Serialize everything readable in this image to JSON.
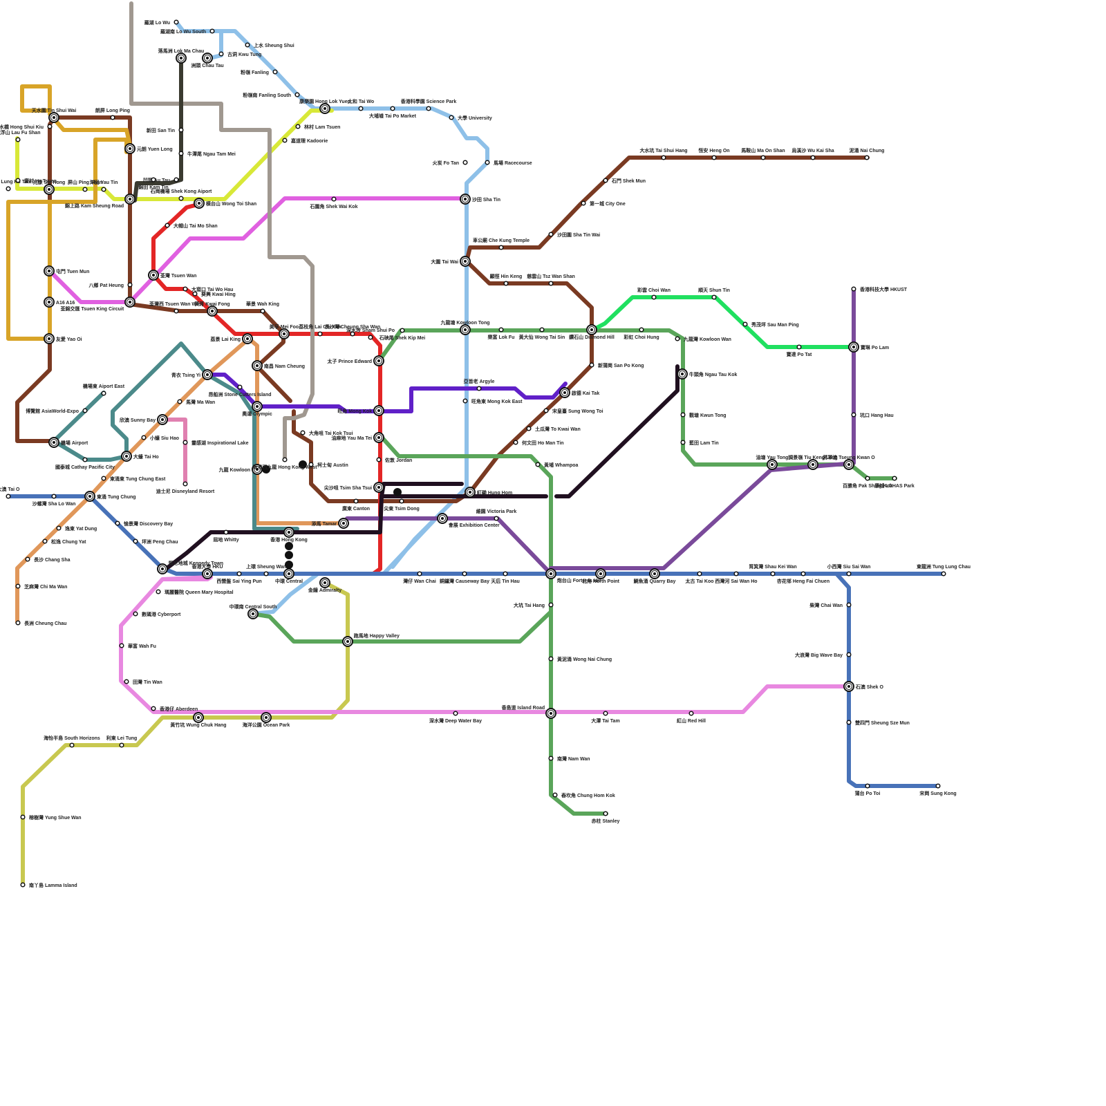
{
  "colors": {
    "east_rail": "#8ec0e8",
    "tuen_ma": "#7a3a22",
    "tuen_ma_east": "#7a3a22",
    "tsuen_wan": "#e32626",
    "kwun_tong": "#5aa55a",
    "island": "#4872b8",
    "tung_chung": "#e0975a",
    "airport_express": "#4b8a8a",
    "tseung_kwan_o": "#7a4a9a",
    "south_island": "#c8c850",
    "pink": "#e060e0",
    "light_pink": "#e888e0",
    "yellow_green": "#d8e838",
    "grey": "#a09890",
    "dark": "#3a3a30",
    "light_rail": "#d8a428",
    "purple": "#6020c8",
    "black": "#201020",
    "bright_green": "#20e060",
    "disney": "#e080b0"
  },
  "stations": [
    {
      "name": "羅湖 Lo Wu"
    },
    {
      "name": "羅湖南 Lo Wu South"
    },
    {
      "name": "上水 Sheung Shui"
    },
    {
      "name": "粉嶺 Fanling"
    },
    {
      "name": "粉嶺南 Fanling South"
    },
    {
      "name": "落馬洲 Lok Ma Chau"
    },
    {
      "name": "洲頭 Chau Tau"
    },
    {
      "name": "古洞 Kwu Tung"
    },
    {
      "name": "新田 San Tin"
    },
    {
      "name": "牛潭尾 Ngau Tam Mei"
    },
    {
      "name": "凹頭 Au Tau"
    },
    {
      "name": "錦田 Kam Tin"
    },
    {
      "name": "石崗機場 Shek Kong Aiport"
    },
    {
      "name": "横台山 Wong Toi Shan"
    },
    {
      "name": "林村 Lam Tsuen"
    },
    {
      "name": "嘉道理 Kadoorie"
    },
    {
      "name": "康樂園 Hong Lok Yuen"
    },
    {
      "name": "太和 Tai Wo"
    },
    {
      "name": "大埔墟 Tai Po Market"
    },
    {
      "name": "香港科學園 Science Park"
    },
    {
      "name": "大學 University"
    },
    {
      "name": "火炭 Fo Tan"
    },
    {
      "name": "馬場 Racecourse"
    },
    {
      "name": "沙田 Sha Tin"
    },
    {
      "name": "石圍角 Shek Wai Kok"
    },
    {
      "name": "大圍 Tai Wai"
    },
    {
      "name": "天水圍 Tin Shui Wai"
    },
    {
      "name": "朗屏 Long Ping"
    },
    {
      "name": "洪水橋 Hong Shui Kiu"
    },
    {
      "name": "流浮山 Lau Fu Shan"
    },
    {
      "name": "元朗 Yuen Long"
    },
    {
      "name": "錦上路 Kam Sheung Road"
    },
    {
      "name": "龍鼓灘 Lung Ku Tam"
    },
    {
      "name": "廈村 Ha Tsuen"
    },
    {
      "name": "兆康 Siu Hong"
    },
    {
      "name": "屏山 Ping Shan"
    },
    {
      "name": "洋田 Yau Tin"
    },
    {
      "name": "大帽山 Tai Mo Shan"
    },
    {
      "name": "屯門 Tuen Mun"
    },
    {
      "name": "八鄉 Pat Heung"
    },
    {
      "name": "荃錦交匯 Tsuen King Circuit"
    },
    {
      "name": "A16 A16"
    },
    {
      "name": "友愛 Yao Oi"
    },
    {
      "name": "荃灣 Tsuen Wan"
    },
    {
      "name": "大窩口 Tai Wo Hau"
    },
    {
      "name": "葵興 Kwai Hing"
    },
    {
      "name": "荃灣西 Tsuen Wan West"
    },
    {
      "name": "葵芳 Kwai Fong"
    },
    {
      "name": "華景 Wah King"
    },
    {
      "name": "荔景 Lai King"
    },
    {
      "name": "美孚 Mei Foo"
    },
    {
      "name": "荔枝角 Lai Chi Kok"
    },
    {
      "name": "長沙灣 Cheung Sha Wan"
    },
    {
      "name": "深水埗 Sham Shui Po"
    },
    {
      "name": "南昌 Nam Cheung"
    },
    {
      "name": "太子 Prince Edward"
    },
    {
      "name": "石硤尾 Shek Kip Mei"
    },
    {
      "name": "九龍塘 Kowloon Tong"
    },
    {
      "name": "樂富 Lok Fu"
    },
    {
      "name": "黃大仙 Wong Tai Sin"
    },
    {
      "name": "鑽石山 Diamond Hill"
    },
    {
      "name": "彩虹 Choi Hung"
    },
    {
      "name": "九龍灣 Kowloon Wan"
    },
    {
      "name": "車公廟 Che Kung Temple"
    },
    {
      "name": "沙田圍 Sha Tin Wai"
    },
    {
      "name": "第一城 City One"
    },
    {
      "name": "石門 Shek Mun"
    },
    {
      "name": "大水坑 Tai Shui Hang"
    },
    {
      "name": "恆安 Heng On"
    },
    {
      "name": "馬鞍山 Ma On Shan"
    },
    {
      "name": "烏溪沙 Wu Kai Sha"
    },
    {
      "name": "泥涌 Nai Chung"
    },
    {
      "name": "顯徑 Hin Keng"
    },
    {
      "name": "慈雲山 Tsz Wan Shan"
    },
    {
      "name": "彩雲 Choi Wan"
    },
    {
      "name": "順天 Shun Tin"
    },
    {
      "name": "秀茂坪 Sau Man Ping"
    },
    {
      "name": "寶達 Po Tat"
    },
    {
      "name": "寶琳 Po Lam"
    },
    {
      "name": "香港科技大學 HKUST"
    },
    {
      "name": "坑口 Hang Hau"
    },
    {
      "name": "將軍澳 Tseung Kwan O"
    },
    {
      "name": "康城 LOHAS Park"
    },
    {
      "name": "百勝角 Pak Shing Kok"
    },
    {
      "name": "調景嶺 Tiu Keng Leng"
    },
    {
      "name": "油塘 Yau Tong"
    },
    {
      "name": "藍田 Lam Tin"
    },
    {
      "name": "觀塘 Kwun Tong"
    },
    {
      "name": "牛頭角 Ngau Tau Kok"
    },
    {
      "name": "新蒲崗 San Po Kong"
    },
    {
      "name": "啟德 Kai Tak"
    },
    {
      "name": "宋皇臺 Sung Wong Toi"
    },
    {
      "name": "土瓜灣 To Kwai Wan"
    },
    {
      "name": "何文田 Ho Man Tin"
    },
    {
      "name": "黃埔 Whampoa"
    },
    {
      "name": "紅磡 Hung Hom"
    },
    {
      "name": "旺角東 Mong Kok East"
    },
    {
      "name": "亞皆老 Argyle"
    },
    {
      "name": "旺角 Mong Kok"
    },
    {
      "name": "大角咀 Tai Kok Tsui"
    },
    {
      "name": "油麻地 Yau Ma Tei"
    },
    {
      "name": "佐敦 Jordan"
    },
    {
      "name": "柯士甸 Austin"
    },
    {
      "name": "尖沙咀 Tsim Sha Tsui"
    },
    {
      "name": "尖東 Tsim Dong"
    },
    {
      "name": "廣東 Canton"
    },
    {
      "name": "添馬 Tamar"
    },
    {
      "name": "奧運 Olympic"
    },
    {
      "name": "九龍 Kowloon"
    },
    {
      "name": "香港西九龍 Hong Kong West"
    },
    {
      "name": "香港 Hong Kong"
    },
    {
      "name": "青衣 Tsing Yi"
    },
    {
      "name": "昂船洲 Stone Cutters Island"
    },
    {
      "name": "馬灣 Ma Wan"
    },
    {
      "name": "機場東 Aiport East"
    },
    {
      "name": "博覽館 AsiaWorld-Expo"
    },
    {
      "name": "機場 Airport"
    },
    {
      "name": "國泰城 Cathay Pacific City"
    },
    {
      "name": "欣澳 Sunny Bay"
    },
    {
      "name": "小蠔 Siu Hao"
    },
    {
      "name": "大蠔 Tai Ho"
    },
    {
      "name": "東涌東 Tung Chung East"
    },
    {
      "name": "迪士尼 Disneyland Resort"
    },
    {
      "name": "靈感湖 Inspirational Lake"
    },
    {
      "name": "大澳 Tai O"
    },
    {
      "name": "沙螺灣 Sha Lo Wan"
    },
    {
      "name": "東涌 Tung Chung"
    },
    {
      "name": "愉景灣 Discovery Bay"
    },
    {
      "name": "逸東 Yat Dung"
    },
    {
      "name": "坪洲 Peng Chau"
    },
    {
      "name": "松逸 Chung Yat"
    },
    {
      "name": "長沙 Chang Sha"
    },
    {
      "name": "芝麻灣 Chi Ma Wan"
    },
    {
      "name": "長洲 Cheung Chau"
    },
    {
      "name": "堅尼地城 Kennedy Town"
    },
    {
      "name": "屈地 Whitty"
    },
    {
      "name": "香港大學 HKU"
    },
    {
      "name": "西營盤 Sai Ying Pun"
    },
    {
      "name": "上環 Sheung Wan"
    },
    {
      "name": "中環 Central"
    },
    {
      "name": "金鐘 Admiralty"
    },
    {
      "name": "中環南 Central South"
    },
    {
      "name": "跑馬地 Happy Valley"
    },
    {
      "name": "灣仔 Wan Chai"
    },
    {
      "name": "銅鑼灣 Causeway Bay"
    },
    {
      "name": "天后 Tin Hau"
    },
    {
      "name": "會展 Exhibition Center"
    },
    {
      "name": "維園 Victoria Park"
    },
    {
      "name": "炮台山 Fortress Hill"
    },
    {
      "name": "北角 North Point"
    },
    {
      "name": "鰂魚涌 Quarry Bay"
    },
    {
      "name": "太古 Tai Koo"
    },
    {
      "name": "西灣河 Sai Wan Ho"
    },
    {
      "name": "筲箕灣 Shau Kei Wan"
    },
    {
      "name": "杏花邨 Heng Fai Chuen"
    },
    {
      "name": "小西灣 Siu Sai Wan"
    },
    {
      "name": "東龍洲 Tung Lung Chau"
    },
    {
      "name": "柴灣 Chai Wan"
    },
    {
      "name": "大浪灣 Big Wave Bay"
    },
    {
      "name": "石澳 Shek O"
    },
    {
      "name": "雙四門 Sheung Sze Mun"
    },
    {
      "name": "蒲台 Po Toi"
    },
    {
      "name": "宋崗 Sung Kong"
    },
    {
      "name": "大坑 Tai Hang"
    },
    {
      "name": "黃泥涌 Wong Nai Chung"
    },
    {
      "name": "香島道 Island Road"
    },
    {
      "name": "南灣 Nam Wan"
    },
    {
      "name": "舂坎角 Chung Hom Kok"
    },
    {
      "name": "赤柱 Stanley"
    },
    {
      "name": "大潭 Tai Tam"
    },
    {
      "name": "紅山 Red Hill"
    },
    {
      "name": "深水灣 Deep Water Bay"
    },
    {
      "name": "瑪麗醫院 Queen Mary Hospital"
    },
    {
      "name": "數碼港 Cyberport"
    },
    {
      "name": "華富 Wah Fu"
    },
    {
      "name": "田灣 Tin Wan"
    },
    {
      "name": "香港仔 Aberdeen"
    },
    {
      "name": "黃竹坑 Wung Chuk Hang"
    },
    {
      "name": "海洋公園 Ocean Park"
    },
    {
      "name": "海怡半島 South Horizons"
    },
    {
      "name": "利東 Lei Tung"
    },
    {
      "name": "榕樹灣 Yung Shue Wan"
    },
    {
      "name": "南丫島 Lamma Island"
    }
  ]
}
